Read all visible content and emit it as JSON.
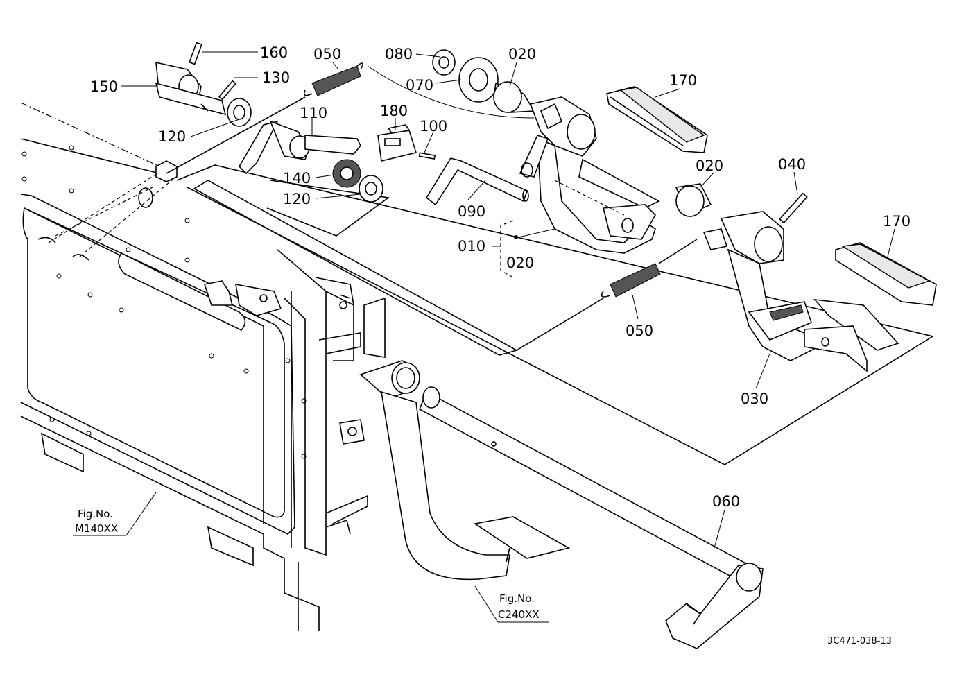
{
  "parts": {
    "p160": "160",
    "p050_top": "050",
    "p080": "080",
    "p020_top": "020",
    "p150": "150",
    "p130": "130",
    "p070": "070",
    "p170_top": "170",
    "p110": "110",
    "p180": "180",
    "p120_top": "120",
    "p100": "100",
    "p020_mid": "020",
    "p040": "040",
    "p140": "140",
    "p120_bot": "120",
    "p090": "090",
    "p170_right": "170",
    "p010": "010",
    "p020_group": "020",
    "p050_bot": "050",
    "p030": "030",
    "p060": "060"
  },
  "references": {
    "fig_left_title": "Fig.No.",
    "fig_left_code": "M140XX",
    "fig_right_title": "Fig.No.",
    "fig_right_code": "C240XX"
  },
  "drawing_code": "3C471-038-13"
}
